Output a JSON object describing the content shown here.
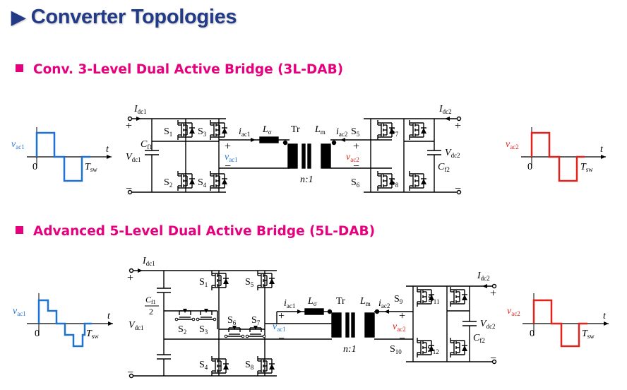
{
  "title": "Converter Topologies",
  "sections": [
    {
      "label": "Conv. 3-Level Dual Active Bridge (3L-DAB)"
    },
    {
      "label": "Advanced 5-Level Dual Active Bridge (5L-DAB)"
    }
  ],
  "colors": {
    "title": "#233b87",
    "section": "#e6007e",
    "primary_wave": "#1e73d2",
    "secondary_wave": "#e0231c"
  },
  "waveforms": {
    "vac1": "v",
    "vac1_sub": "ac1",
    "vac2": "v",
    "vac2_sub": "ac2",
    "zero": "0",
    "t": "t",
    "tsw": "T",
    "tsw_sub": "sw"
  },
  "circuit3": {
    "idc1": "I",
    "idc1_sub": "dc1",
    "idc2": "I",
    "idc2_sub": "dc2",
    "cf1": "C",
    "cf1_sub": "f1",
    "vdc1": "V",
    "vdc1_sub": "dc1",
    "cf2": "C",
    "cf2_sub": "f2",
    "vdc2": "V",
    "vdc2_sub": "dc2",
    "s1": "S",
    "s1_sub": "1",
    "s2": "S",
    "s2_sub": "2",
    "s3": "S",
    "s3_sub": "3",
    "s4": "S",
    "s4_sub": "4",
    "s5": "S",
    "s5_sub": "5",
    "s6": "S",
    "s6_sub": "6",
    "s7": "S",
    "s7_sub": "7",
    "s8": "S",
    "s8_sub": "8",
    "iac1": "i",
    "iac1_sub": "ac1",
    "iac2": "i",
    "iac2_sub": "ac2",
    "lsigma": "L",
    "lsigma_sub": "σ",
    "tr": "Tr",
    "lm": "L",
    "lm_sub": "m",
    "ratio": "n:1",
    "vac1": "v",
    "vac1_sub": "ac1",
    "vac2": "v",
    "vac2_sub": "ac2",
    "plus": "+",
    "minus": "−"
  },
  "circuit5": {
    "idc1": "I",
    "idc1_sub": "dc1",
    "idc2": "I",
    "idc2_sub": "dc2",
    "cf1_num": "C",
    "cf1_num_sub": "f1",
    "cf1_den": "2",
    "vdc1": "V",
    "vdc1_sub": "dc1",
    "cf2": "C",
    "cf2_sub": "f2",
    "vdc2": "V",
    "vdc2_sub": "dc2",
    "s1": "S",
    "s1_sub": "1",
    "s2": "S",
    "s2_sub": "2",
    "s3": "S",
    "s3_sub": "3",
    "s4": "S",
    "s4_sub": "4",
    "s5": "S",
    "s5_sub": "5",
    "s6": "S",
    "s6_sub": "6",
    "s7": "S",
    "s7_sub": "7",
    "s8": "S",
    "s8_sub": "8",
    "s9": "S",
    "s9_sub": "9",
    "s10": "S",
    "s10_sub": "10",
    "s11": "S",
    "s11_sub": "11",
    "s12": "S",
    "s12_sub": "12",
    "iac1": "i",
    "iac1_sub": "ac1",
    "iac2": "i",
    "iac2_sub": "ac2",
    "lsigma": "L",
    "lsigma_sub": "σ",
    "tr": "Tr",
    "lm": "L",
    "lm_sub": "m",
    "ratio": "n:1",
    "vac1": "v",
    "vac1_sub": "ac1",
    "vac2": "v",
    "vac2_sub": "ac2",
    "plus": "+",
    "minus": "−"
  }
}
